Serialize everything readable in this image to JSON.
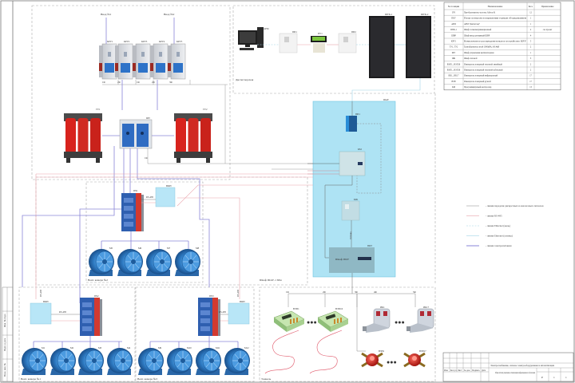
{
  "sheet": {
    "title_block": {
      "project": "Электроснабжение, силовое электрооборудование и автоматизация",
      "drawing_title": "Общая система управления, сигнализации и информационного обеспечения",
      "stage": "Р",
      "sheet": "1",
      "sheets": "1",
      "columns": [
        "Изм.",
        "Кол.уч",
        "Лист",
        "№ док.",
        "Подпись",
        "Дата"
      ]
    },
    "left_strip": {
      "labels": [
        "Инв. № подл.",
        "Подп. и дата",
        "Взам. инв. №"
      ]
    }
  },
  "spec_table": {
    "headers": [
      "№ позиции",
      "Наименование",
      "Кол.",
      "Примечание"
    ],
    "rows": [
      {
        "pos": "ПЧ",
        "name": "Преобразователь частоты Altivar 61",
        "qty": "12",
        "note": ""
      },
      {
        "pos": "ПКУ",
        "name": "Пульт контроля и управления горным оборудованием",
        "qty": "1",
        "note": ""
      },
      {
        "pos": "АРМ",
        "name": "АРМ \"Диспетчер\"",
        "qty": "1",
        "note": ""
      },
      {
        "pos": "ШТК-1",
        "name": "Шкаф телекоммуникационный",
        "qty": "2",
        "note": "см. проект"
      },
      {
        "pos": "ШВР",
        "name": "Шкаф ввода резервный ШВР",
        "qty": "4",
        "note": ""
      },
      {
        "pos": "КРУ1",
        "name": "Комплектное распределительное устройство КРУ",
        "qty": "5",
        "note": ""
      },
      {
        "pos": "ТУ1, ТУ2",
        "name": "Трансформатор сухой 1000кВА, 6/0.4кВ",
        "qty": "2",
        "note": ""
      },
      {
        "pos": "ШУ",
        "name": "Шкаф управления вентиляторами",
        "qty": "1",
        "note": ""
      },
      {
        "pos": "ШК",
        "name": "Шкаф силовой",
        "qty": "3",
        "note": ""
      },
      {
        "pos": "ВЭП1...ВЭП16",
        "name": "Извещатель пожарный тепловой линейный",
        "qty": "2",
        "note": ""
      },
      {
        "pos": "ВЭП1...ВЭП16",
        "name": "Извещатель пожарный тепловой кабельный",
        "qty": "2",
        "note": ""
      },
      {
        "pos": "ИК1...ИК17",
        "name": "Извещатель пожарный инфракрасный",
        "qty": "17",
        "note": ""
      },
      {
        "pos": "ВЗН",
        "name": "Извещатель пожарный ручной",
        "qty": "17",
        "note": ""
      },
      {
        "pos": "КМ",
        "name": "Программируемый контроллер",
        "qty": "13",
        "note": ""
      }
    ]
  },
  "legend": [
    {
      "label": "- линии передачи дискретных и аналоговых сигналов",
      "color": "#9a9a9a",
      "style": "solid"
    },
    {
      "label": "- линия RS-485",
      "color": "#e8a0a8",
      "style": "solid"
    },
    {
      "label": "- линия Ethernet (медь)",
      "color": "#9fd4e6",
      "style": "dashed"
    },
    {
      "label": "- линия Ethernet (оптика)",
      "color": "#9fd4e6",
      "style": "solid"
    },
    {
      "label": "- линия электропитания",
      "color": "#8a86d8",
      "style": "solid"
    }
  ],
  "zones": {
    "substation": {
      "label": "Подстанция"
    },
    "dispatch": {
      "label": "Диспетчерская"
    },
    "ventchamber1": {
      "label": "Вент. камера №1"
    },
    "ventchamber2": {
      "label": "Вент. камера №2"
    },
    "ventchamber3": {
      "label": "Вент. камера №3"
    },
    "control_cabinet": {
      "label": "Шкаф ШАУ-1 60м",
      "tag": "ШАУ"
    },
    "tunnel": {
      "label": "Тоннель"
    }
  },
  "inputs": {
    "left": "Ввод №1",
    "right": "Ввод №2"
  },
  "kru": [
    "КРУ1",
    "КРУ2",
    "КРУ3",
    "КРУ4",
    "КРУ5"
  ],
  "kru_feeders": [
    "1Ф",
    "2Ф",
    "1Ф",
    "2Ф",
    "3Ф"
  ],
  "transformers": [
    "ТУ1",
    "ТУ2"
  ],
  "switchboard": {
    "tag": "ШУ",
    "out": "1Ф"
  },
  "dispatch": {
    "arm": "АРМ",
    "cabinets": [
      "ШТК-1",
      "ШТК-2"
    ],
    "modules": [
      "ПИ1",
      "ПУ1",
      "ПИ2"
    ]
  },
  "control": {
    "switch": "ПИ1",
    "plc": "КМ",
    "io": "БИ1",
    "panel": "ПКУ",
    "panel_brand": "Шкаф ПКУ",
    "fiber": "Оптика"
  },
  "vfd": {
    "ch2": {
      "tag": "ПЧ1",
      "box": "ВШУ",
      "link": "RS-485"
    },
    "ch1": {
      "tag": "ПЧ2",
      "box": "ВШУ",
      "link": "RS-485",
      "vert": "RS-485"
    },
    "ch3": {
      "tag": "ПЧ3",
      "box": "ВШУ",
      "link": "RS-485",
      "vert": "RS-485"
    }
  },
  "fans": {
    "ch1": [
      "М1",
      "М2",
      "М3",
      "М4"
    ],
    "ch2": [
      "М5",
      "М6",
      "М7",
      "М8"
    ],
    "ch3": [
      "М9",
      "М10",
      "М11",
      "М12"
    ]
  },
  "sensors": {
    "heat": [
      "ВЭП1",
      "ВЭП16"
    ],
    "ir": [
      "ИК1",
      "ИК17"
    ],
    "manual": [
      "ВЗН1",
      "ВЗН17"
    ],
    "feeder_tags": [
      "1Ф",
      "2Ф",
      "3Ф",
      "4Ф",
      "5Ф"
    ],
    "ellipsis": "●●●"
  }
}
